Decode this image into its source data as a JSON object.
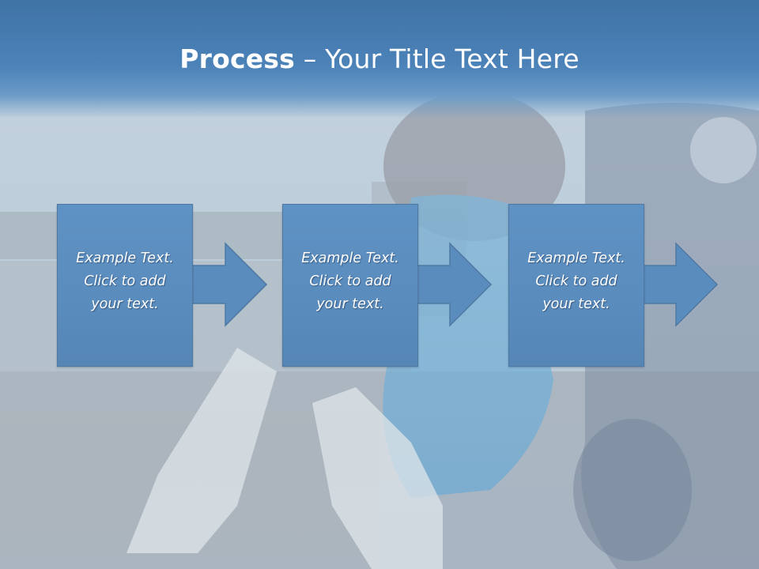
{
  "slide": {
    "title_bold": "Process",
    "title_sep": " – ",
    "title_rest": "Your Title Text Here"
  },
  "steps": [
    {
      "lines": [
        "Example Text.",
        "Click  to add",
        "your text."
      ]
    },
    {
      "lines": [
        "Example Text.",
        "Click  to add",
        "your text."
      ]
    },
    {
      "lines": [
        "Example Text.",
        "Click  to add",
        "your text."
      ]
    }
  ],
  "colors": {
    "title_band": "#4b82b8",
    "step_fill": "#5a8cbd",
    "step_border": "#4f79a3",
    "text": "#ffffff"
  },
  "icons": {
    "step_connector": "arrow-right-icon"
  }
}
